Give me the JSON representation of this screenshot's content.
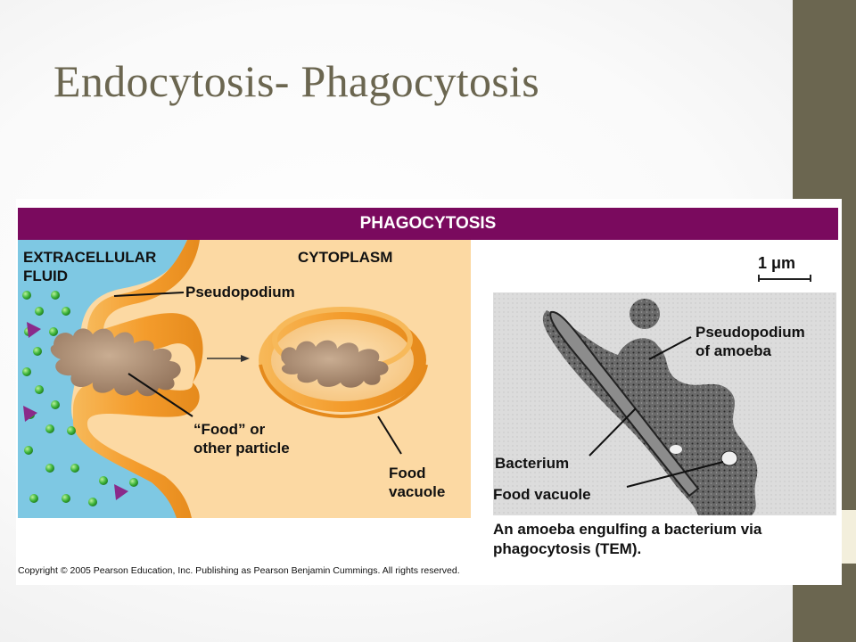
{
  "slide": {
    "title": "Endocytosis- Phagocytosis",
    "colors": {
      "title": "#6b6650",
      "side_bar": "#6b6650",
      "header_bar": "#7a0a5e",
      "extracellular": "#7ec8e3",
      "cytoplasm": "#fcd9a3",
      "membrane": "#f4a63a"
    }
  },
  "figure": {
    "header": "PHAGOCYTOSIS",
    "diagram": {
      "extracellular_label": [
        "EXTRACELLULAR",
        "FLUID"
      ],
      "cytoplasm_label": "CYTOPLASM",
      "pseudopodium_label": "Pseudopodium",
      "food_label": [
        "“Food” or",
        "other particle"
      ],
      "vacuole_label": [
        "Food",
        "vacuole"
      ]
    },
    "micrograph": {
      "scale": "1 μm",
      "pseudopodium_label": [
        "Pseudopodium",
        "of amoeba"
      ],
      "bacterium_label": "Bacterium",
      "vacuole_label": "Food vacuole",
      "caption": [
        "An amoeba engulfing a bacterium via",
        "phagocytosis (TEM)."
      ]
    },
    "copyright": "Copyright © 2005 Pearson Education, Inc. Publishing as Pearson Benjamin Cummings. All rights reserved."
  }
}
